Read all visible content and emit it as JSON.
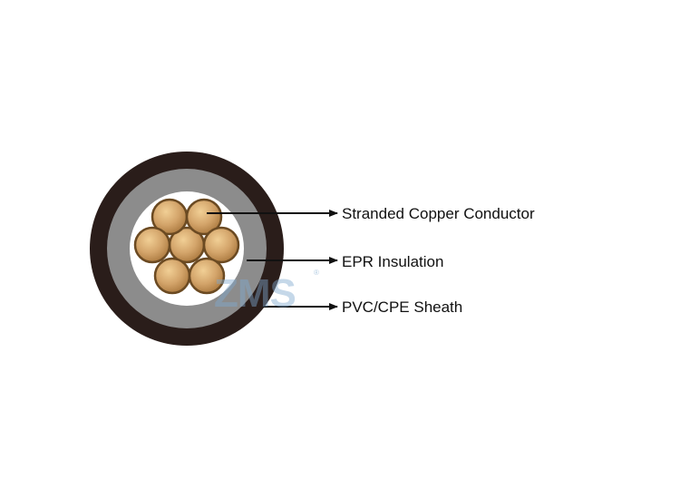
{
  "diagram": {
    "callouts": [
      {
        "id": "conductor",
        "label": "Stranded Copper Conductor"
      },
      {
        "id": "insulation",
        "label": "EPR Insulation"
      },
      {
        "id": "sheath",
        "label": "PVC/CPE Sheath"
      }
    ],
    "colors": {
      "sheath": "#2a1d1a",
      "insulation": "#8c8c8c",
      "core_fill": "#ffffff",
      "strand": "#c99a5b",
      "strand_outline": "#6b4a22",
      "arrow": "#111111"
    },
    "watermark": {
      "text": "ZMS",
      "mark": "®"
    }
  }
}
